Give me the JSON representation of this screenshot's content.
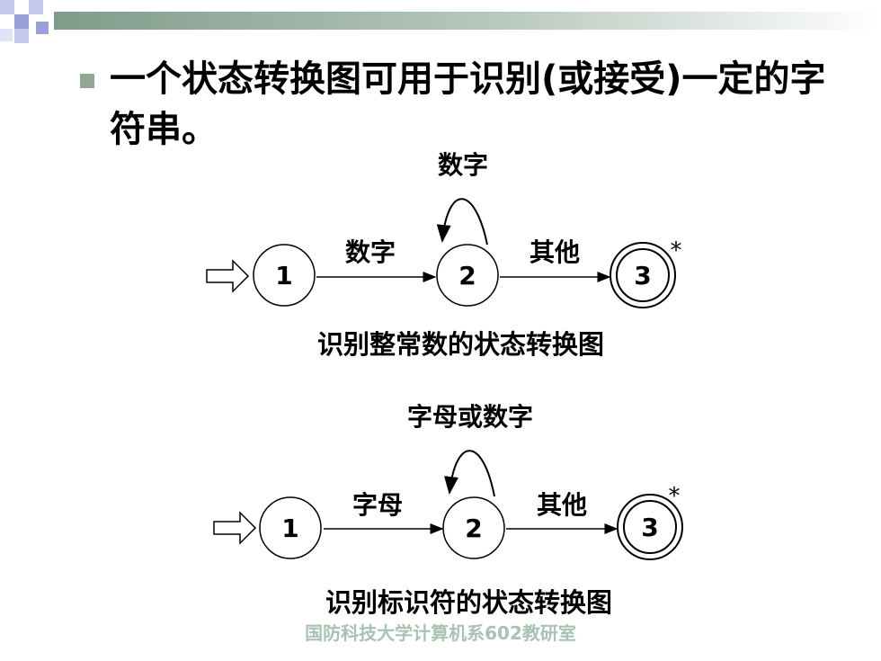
{
  "slide": {
    "bullet_text": "一个状态转换图可用于识别(或接受)一定的字符串。",
    "footer": "国防科技大学计算机系602教研室"
  },
  "diagrams": [
    {
      "caption": "识别整常数的状态转换图",
      "states": [
        "1",
        "2",
        "3"
      ],
      "loop_label": "数字",
      "edge_1_2_label": "数字",
      "edge_2_3_label": "其他",
      "final_mark": "*"
    },
    {
      "caption": "识别标识符的状态转换图",
      "states": [
        "1",
        "2",
        "3"
      ],
      "loop_label": "字母或数字",
      "edge_1_2_label": "字母",
      "edge_2_3_label": "其他",
      "final_mark": "*"
    }
  ],
  "colors": {
    "bullet": "#8fa896",
    "footer": "#a9c3b3",
    "deco_dark": "#7f9c8a",
    "deco_light": "#c9d6ce",
    "deco_squares": "#9aa0d6"
  }
}
